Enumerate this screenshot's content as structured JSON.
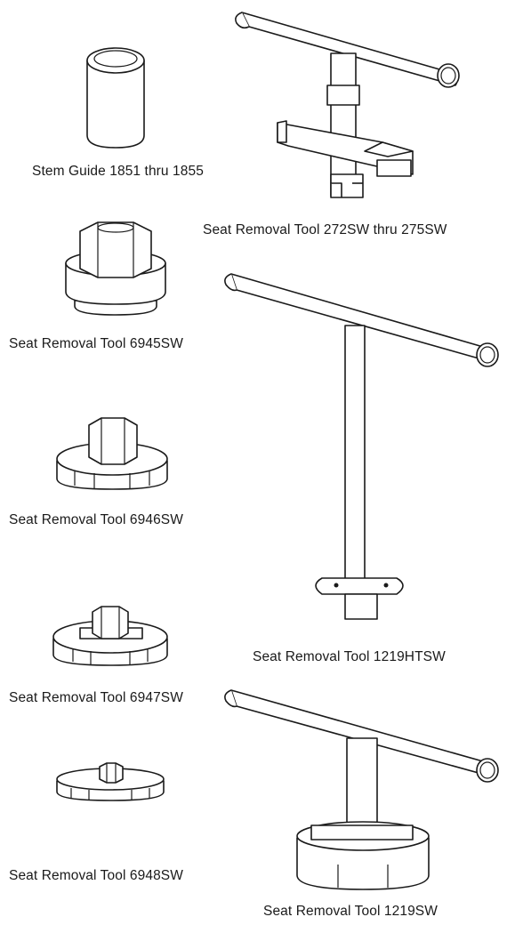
{
  "captions": {
    "stem_guide": "Stem Guide 1851 thru 1855",
    "tool_272sw": "Seat Removal Tool 272SW thru 275SW",
    "tool_6945sw": "Seat Removal Tool 6945SW",
    "tool_6946sw": "Seat Removal Tool 6946SW",
    "tool_1219htsw": "Seat Removal Tool 1219HTSW",
    "tool_6947sw": "Seat Removal Tool 6947SW",
    "tool_6948sw": "Seat Removal Tool 6948SW",
    "tool_1219sw": "Seat Removal Tool 1219SW"
  }
}
